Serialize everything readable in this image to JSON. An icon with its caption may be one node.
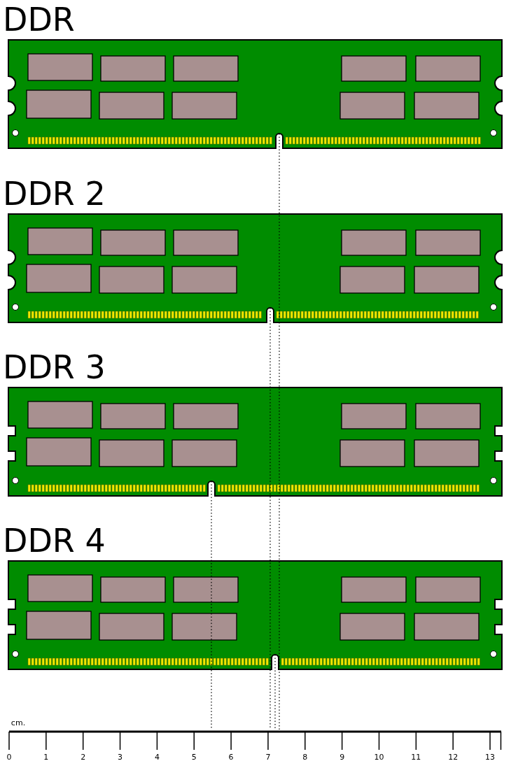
{
  "diagram": {
    "nodes": [
      {
        "text": [
          "DDR"
        ]
      },
      {
        "text": [
          "DDR 2"
        ]
      },
      {
        "text": [
          "DDR 3"
        ]
      },
      {
        "text": [
          "DDR 4"
        ]
      }
    ],
    "labels": [
      "cm.",
      "0",
      "1",
      "2",
      "3",
      "4",
      "5",
      "6",
      "7",
      "8",
      "9",
      "10",
      "11",
      "12",
      "13"
    ]
  }
}
